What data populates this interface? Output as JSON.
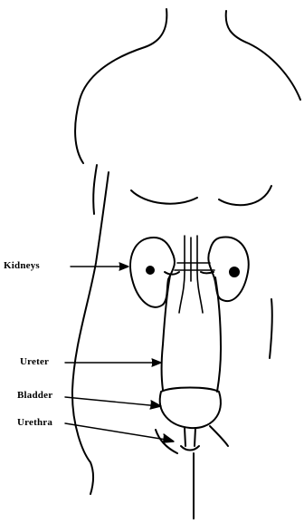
{
  "labels": {
    "kidneys": "Kidneys",
    "ureter": "Ureter",
    "bladder": "Bladder",
    "urethra": "Urethra"
  },
  "colors": {
    "ink": "#000000",
    "background": "#ffffff"
  }
}
